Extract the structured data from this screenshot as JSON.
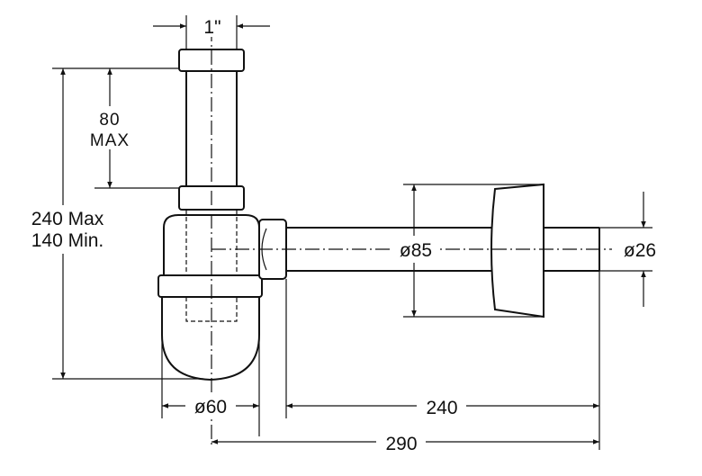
{
  "dimensions": {
    "inlet_thread": "1\"",
    "extension_max_line1": "80",
    "extension_max_line2": "MAX",
    "height_line1": "240 Max",
    "height_line2": "140 Min.",
    "rosette_diameter": "ø85",
    "outlet_diameter": "ø26",
    "trap_diameter": "ø60",
    "outlet_length": "240",
    "total_length": "290"
  },
  "colors": {
    "line": "#111111",
    "background": "#ffffff"
  }
}
